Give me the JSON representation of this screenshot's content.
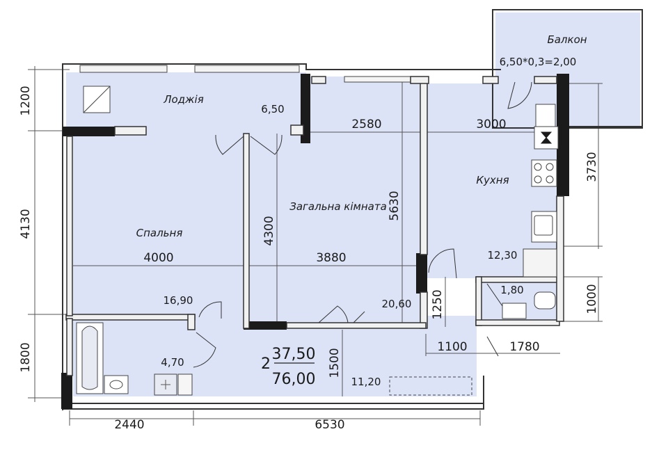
{
  "colors": {
    "floor": "#dde3f7",
    "wall": "#1b1b1b",
    "wall_light": "#f2f2f2",
    "line": "#333333",
    "dimline": "#555555"
  },
  "rooms": {
    "balcony": {
      "name": "Балкон",
      "formula": "6,50*0,3=2,00"
    },
    "loggia": {
      "name": "Лоджія",
      "area": "6,50"
    },
    "bedroom": {
      "name": "Спальня",
      "area": "16,90"
    },
    "living": {
      "name": "Загальна кімната",
      "area": "20,60"
    },
    "kitchen": {
      "name": "Кухня",
      "area": "12,30"
    },
    "wc": {
      "area": "1,80"
    },
    "bathroom": {
      "area": "4,70"
    },
    "hall": {
      "area": "11,20"
    }
  },
  "summary": {
    "rooms_count": "2",
    "living_area": "37,50",
    "total_area": "76,00"
  },
  "dimensions": {
    "loggia_depth": "1200",
    "bedroom_depth": "4130",
    "bath_depth": "1800",
    "living_depth": "4300",
    "room_length": "5630",
    "kitchen_depth": "3730",
    "wc_depth": "1000",
    "hall_width": "1500",
    "hall_step": "1250",
    "living_width_top": "2580",
    "kitchen_width": "3000",
    "bedroom_width": "4000",
    "living_width": "3880",
    "hall_depth": "1100",
    "wc_width": "1780",
    "bath_width": "2440",
    "total_width": "6530"
  }
}
